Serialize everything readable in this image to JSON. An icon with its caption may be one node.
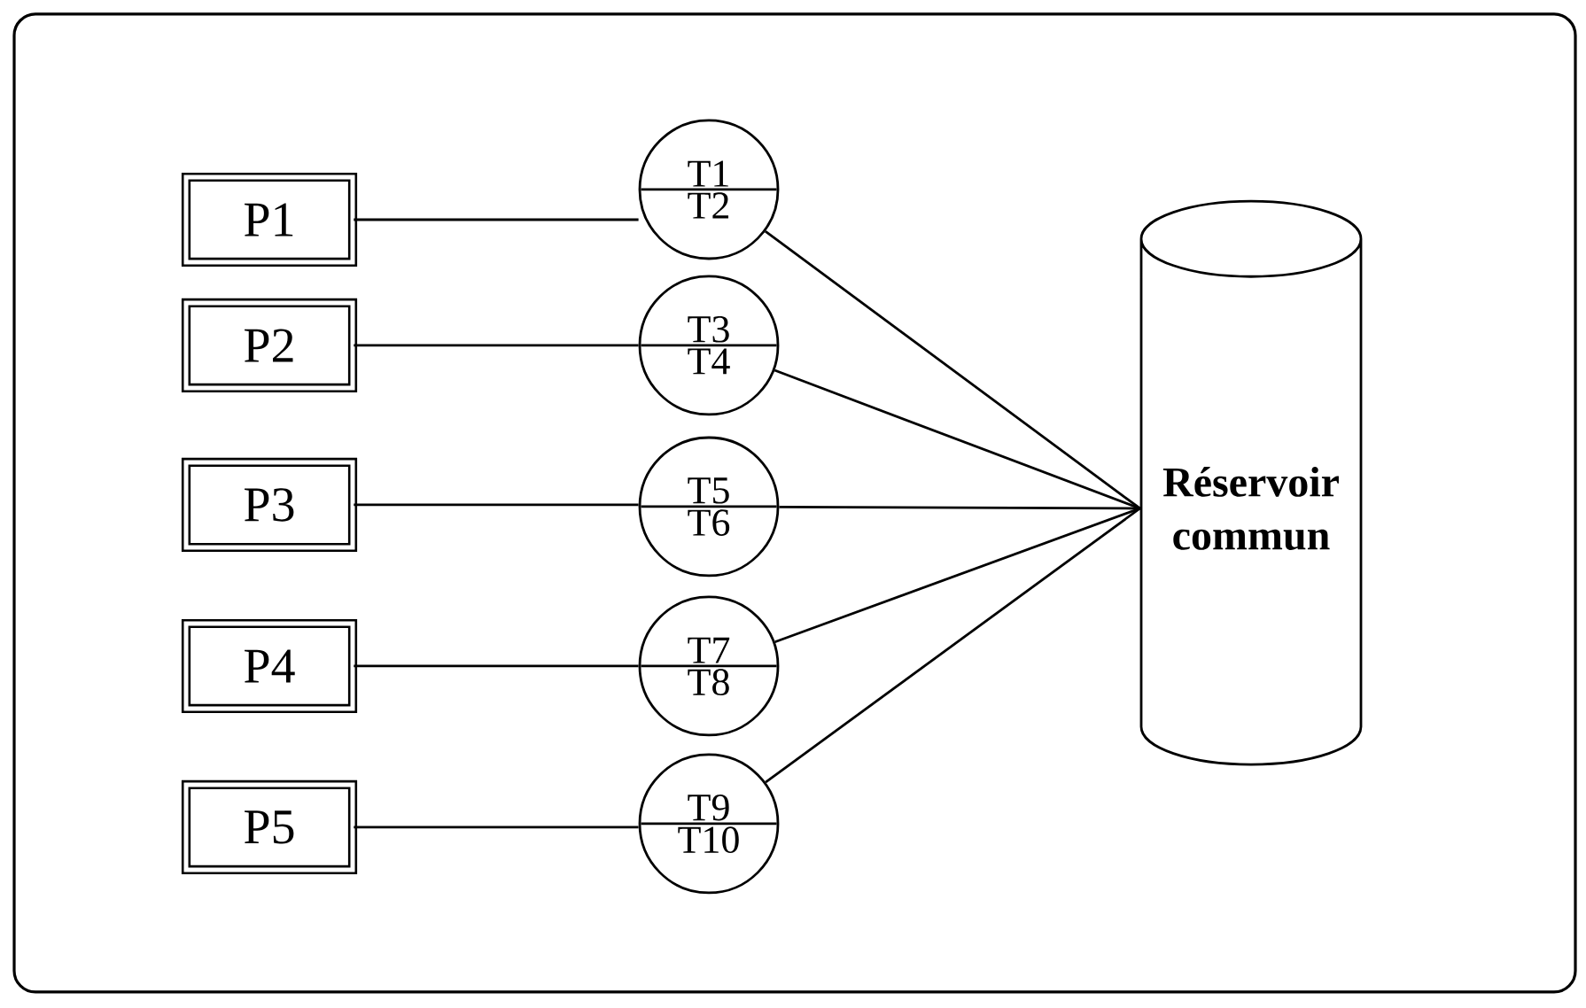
{
  "diagram": {
    "nodes": [
      {
        "text": [
          "P1"
        ]
      },
      {
        "text": [
          "P2"
        ]
      },
      {
        "text": [
          "P3"
        ]
      },
      {
        "text": [
          "P4"
        ]
      },
      {
        "text": [
          "P5"
        ]
      },
      {
        "text": [
          "T1",
          "T2"
        ]
      },
      {
        "text": [
          "T3",
          "T4"
        ]
      },
      {
        "text": [
          "T5",
          "T6"
        ]
      },
      {
        "text": [
          "T7",
          "T8"
        ]
      },
      {
        "text": [
          "T9",
          "T10"
        ]
      },
      {
        "text": [
          "Réservoir commun"
        ]
      }
    ],
    "edges": [
      {
        "from": 0,
        "to": 5,
        "arrow": "none"
      },
      {
        "from": 1,
        "to": 6,
        "arrow": "none"
      },
      {
        "from": 2,
        "to": 7,
        "arrow": "none"
      },
      {
        "from": 3,
        "to": 8,
        "arrow": "none"
      },
      {
        "from": 4,
        "to": 9,
        "arrow": "none"
      },
      {
        "from": 5,
        "to": 10,
        "arrow": "none"
      },
      {
        "from": 6,
        "to": 10,
        "arrow": "none"
      },
      {
        "from": 7,
        "to": 10,
        "arrow": "none"
      },
      {
        "from": 8,
        "to": 10,
        "arrow": "none"
      },
      {
        "from": 9,
        "to": 10,
        "arrow": "none"
      }
    ]
  }
}
